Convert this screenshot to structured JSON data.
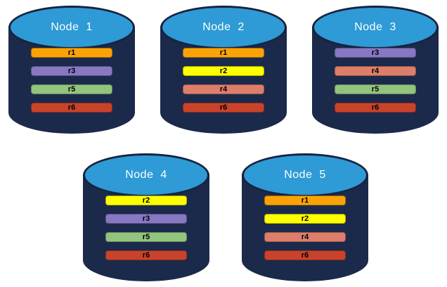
{
  "diagram": {
    "background": "#FFFFFF",
    "cylinder_body_color": "#1B2A4B",
    "cylinder_top_color": "#2E9AD6",
    "cylinder_border_color": "#17233F",
    "title_text_color": "#FFFFFF",
    "bar_text_color": "#000000"
  },
  "replica_colors": {
    "r1": "#FAA307",
    "r2": "#FFFF00",
    "r3": "#8878C3",
    "r4": "#DD7E6B",
    "r5": "#93C47D",
    "r6": "#C9432B"
  },
  "nodes": [
    {
      "title": "Node  1",
      "replicas": [
        "r1",
        "r3",
        "r5",
        "r6"
      ]
    },
    {
      "title": "Node  2",
      "replicas": [
        "r1",
        "r2",
        "r4",
        "r6"
      ]
    },
    {
      "title": "Node  3",
      "replicas": [
        "r3",
        "r4",
        "r5",
        "r6"
      ]
    },
    {
      "title": "Node  4",
      "replicas": [
        "r2",
        "r3",
        "r5",
        "r6"
      ]
    },
    {
      "title": "Node  5",
      "replicas": [
        "r1",
        "r2",
        "r4",
        "r6"
      ]
    }
  ]
}
